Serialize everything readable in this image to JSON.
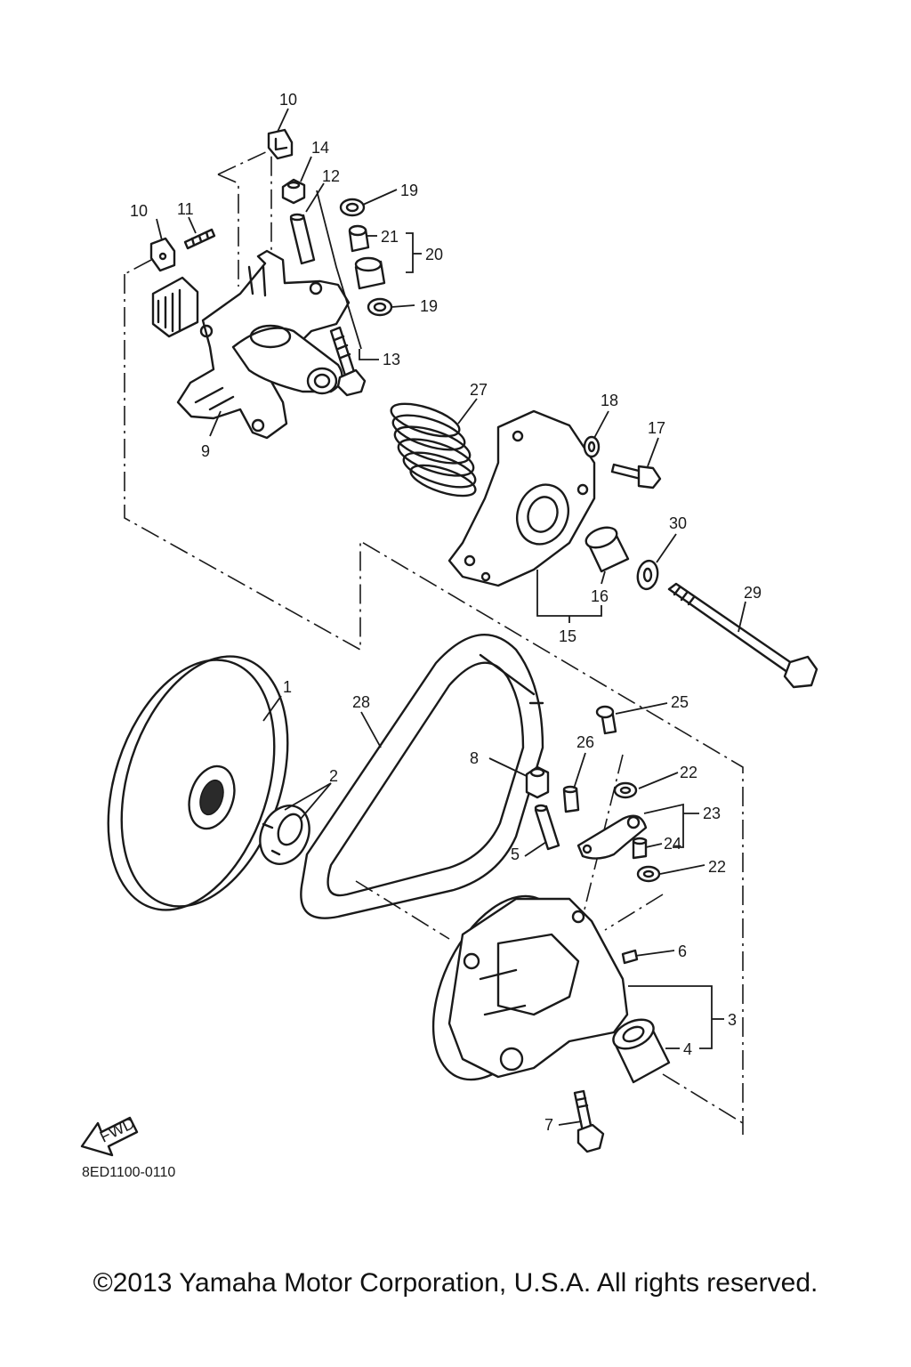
{
  "labels": {
    "l1": "1",
    "l2": "2",
    "l3": "3",
    "l4": "4",
    "l5": "5",
    "l6": "6",
    "l7": "7",
    "l8": "8",
    "l9": "9",
    "l10a": "10",
    "l10b": "10",
    "l11": "11",
    "l12": "12",
    "l13": "13",
    "l14": "14",
    "l15": "15",
    "l16": "16",
    "l17": "17",
    "l18": "18",
    "l19a": "19",
    "l19b": "19",
    "l20": "20",
    "l21": "21",
    "l22a": "22",
    "l22b": "22",
    "l23": "23",
    "l24": "24",
    "l25": "25",
    "l26": "26",
    "l27": "27",
    "l28": "28",
    "l29": "29",
    "l30": "30"
  },
  "fwd_label": "FWD",
  "diagram_code": "8ED1100-0110",
  "copyright": "©2013 Yamaha Motor Corporation, U.S.A. All rights reserved."
}
